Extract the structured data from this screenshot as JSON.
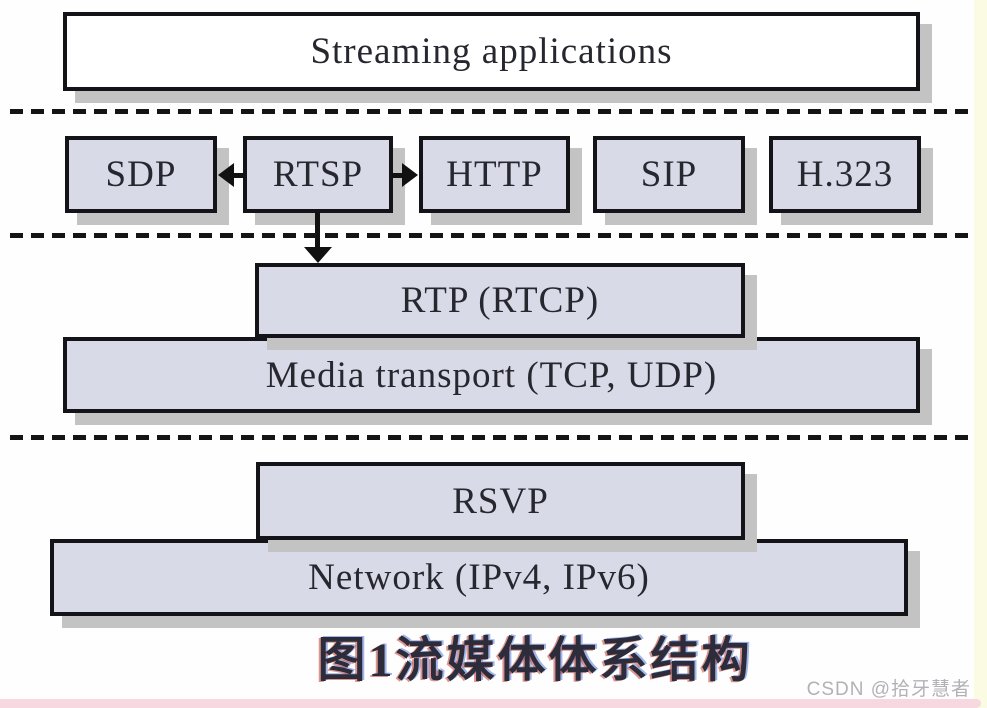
{
  "colors": {
    "box_fill": "#d9dae7",
    "box_border": "#131318",
    "box_shadow": "#c3c3c3",
    "top_box_fill": "#ffffff",
    "text": "#27272f",
    "caption_text": "#2c2c3a",
    "watermark_text": "#b3b1b6",
    "right_strip": "#fbfbe3",
    "bottom_strip": "#f7d7e0",
    "background": "#fefefe"
  },
  "boxes": {
    "streaming": {
      "label": "Streaming applications"
    },
    "sdp": {
      "label": "SDP"
    },
    "rtsp": {
      "label": "RTSP"
    },
    "http": {
      "label": "HTTP"
    },
    "sip": {
      "label": "SIP"
    },
    "h323": {
      "label": "H.323"
    },
    "rtp": {
      "label": "RTP (RTCP)"
    },
    "media": {
      "label": "Media transport (TCP, UDP)"
    },
    "rsvp": {
      "label": "RSVP"
    },
    "network": {
      "label": "Network (IPv4, IPv6)"
    }
  },
  "arrows": [
    {
      "name": "rtsp-to-sdp",
      "direction": "left"
    },
    {
      "name": "rtsp-to-http",
      "direction": "right"
    },
    {
      "name": "rtsp-to-rtp",
      "direction": "down"
    }
  ],
  "caption": "图1流媒体体系结构",
  "watermark": "CSDN @拾牙慧者"
}
